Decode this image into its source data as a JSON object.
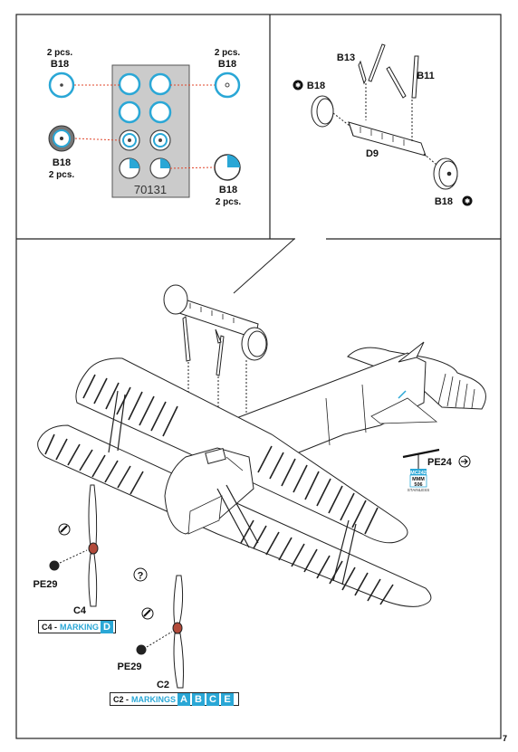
{
  "detail_left": {
    "fret_code": "70131",
    "callouts": [
      {
        "qty": "2 pcs.",
        "part": "B18"
      },
      {
        "qty": "2 pcs.",
        "part": "B18"
      },
      {
        "qty": "2 pcs.",
        "part": "B18"
      },
      {
        "qty": "2 pcs.",
        "part": "B18"
      }
    ]
  },
  "detail_right": {
    "parts": [
      "B13",
      "B11",
      "B18",
      "D9",
      "B18"
    ]
  },
  "main": {
    "pe24": "PE24",
    "paint_tag": [
      "MC242",
      "MMM",
      "506",
      "STAINLESS"
    ],
    "pe29_a": "PE29",
    "pe29_b": "PE29",
    "c4": "C4",
    "c2": "C2",
    "question": "?",
    "marking_c4": {
      "prefix": "C4 - ",
      "word": "MARKING",
      "letters": [
        "D"
      ]
    },
    "marking_c2": {
      "prefix": "C2 - ",
      "word": "MARKINGS",
      "letters": [
        "A",
        "B",
        "C",
        "E"
      ]
    }
  },
  "page_number": "7",
  "colors": {
    "accent": "#2aa7d6",
    "leader": "#e0442a",
    "fret": "#c9c9c9"
  }
}
